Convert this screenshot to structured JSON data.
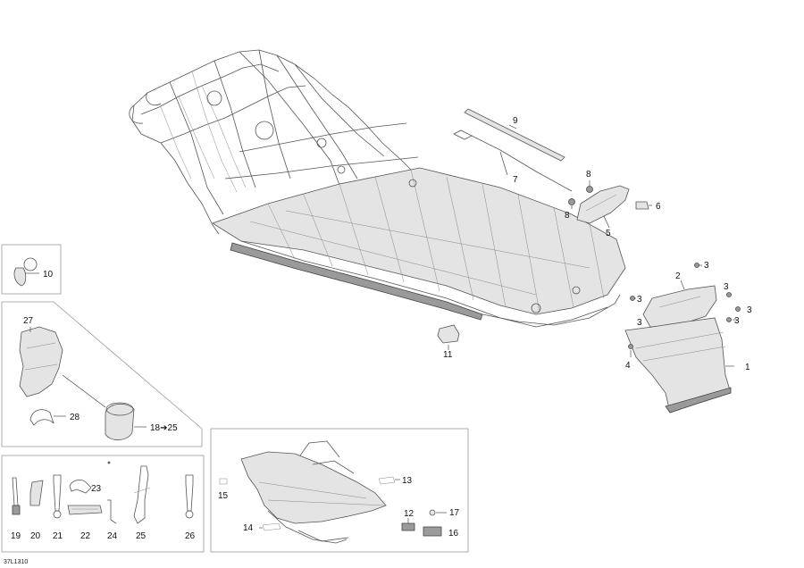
{
  "document_code": "37L1310",
  "callouts": [
    {
      "id": "c9",
      "text": "9"
    },
    {
      "id": "c7",
      "text": "7"
    },
    {
      "id": "c8a",
      "text": "8"
    },
    {
      "id": "c8b",
      "text": "8"
    },
    {
      "id": "c6",
      "text": "6"
    },
    {
      "id": "c5",
      "text": "5"
    },
    {
      "id": "c2",
      "text": "2"
    },
    {
      "id": "c3a",
      "text": "3"
    },
    {
      "id": "c3b",
      "text": "3"
    },
    {
      "id": "c3c",
      "text": "3"
    },
    {
      "id": "c3d",
      "text": "3"
    },
    {
      "id": "c3e",
      "text": "3"
    },
    {
      "id": "c3f",
      "text": "3"
    },
    {
      "id": "c4",
      "text": "4"
    },
    {
      "id": "c1",
      "text": "1"
    },
    {
      "id": "c10",
      "text": "10"
    },
    {
      "id": "c11",
      "text": "11"
    },
    {
      "id": "c27",
      "text": "27"
    },
    {
      "id": "c28",
      "text": "28"
    },
    {
      "id": "c18",
      "text": "18➔25"
    },
    {
      "id": "c19",
      "text": "19"
    },
    {
      "id": "c20",
      "text": "20"
    },
    {
      "id": "c21",
      "text": "21"
    },
    {
      "id": "c22",
      "text": "22"
    },
    {
      "id": "c23",
      "text": "23"
    },
    {
      "id": "c24",
      "text": "24"
    },
    {
      "id": "c25",
      "text": "25"
    },
    {
      "id": "c26",
      "text": "26"
    },
    {
      "id": "c13",
      "text": "13"
    },
    {
      "id": "c14",
      "text": "14"
    },
    {
      "id": "c15",
      "text": "15"
    },
    {
      "id": "c12",
      "text": "12"
    },
    {
      "id": "c16",
      "text": "16"
    },
    {
      "id": "c17",
      "text": "17"
    }
  ]
}
